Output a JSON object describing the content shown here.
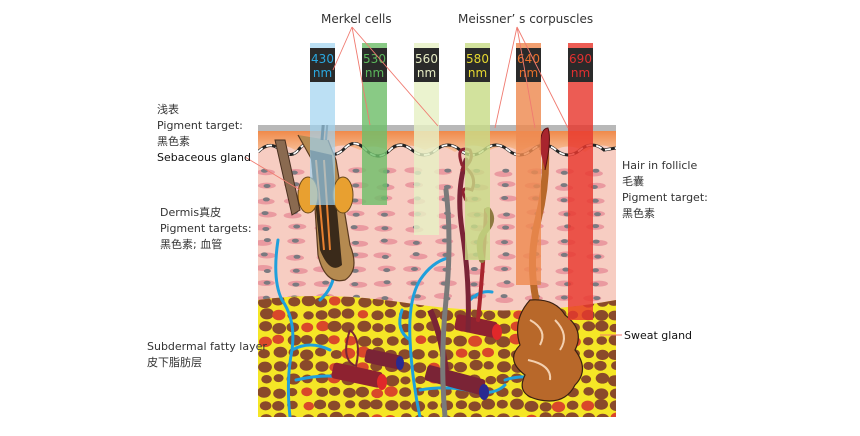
{
  "callouts": {
    "merkel": "Merkel cells",
    "meissner": "Meissner’ s corpuscles"
  },
  "wavelengths": [
    {
      "value": "430",
      "unit": "nm",
      "color": "#2aa8e0",
      "fill": "#9fd3f0",
      "depth": "epidermis-dermis"
    },
    {
      "value": "530",
      "unit": "nm",
      "color": "#5cb85c",
      "fill": "#6fbe6a",
      "depth": "upper-dermis"
    },
    {
      "value": "560",
      "unit": "nm",
      "color": "#e6ecc4",
      "fill": "#e7f0c4",
      "depth": "mid-dermis"
    },
    {
      "value": "580",
      "unit": "nm",
      "color": "#e6d830",
      "fill": "#c8dc88",
      "depth": "mid-dermis"
    },
    {
      "value": "640",
      "unit": "nm",
      "color": "#e8702a",
      "fill": "#ee8a50",
      "depth": "deep-dermis"
    },
    {
      "value": "690",
      "unit": "nm",
      "color": "#e03030",
      "fill": "#e8382e",
      "depth": "subdermal"
    }
  ],
  "left_labels": {
    "superficial": {
      "line1": "浅表",
      "line2": "Pigment target:",
      "line3": "黑色素",
      "line4": "Sebaceous gland"
    },
    "dermis": {
      "line1": "Dermis真皮",
      "line2": "Pigment targets:",
      "line3": "黑色素; 血管"
    },
    "fat": {
      "line1": "Subdermal fatty layer",
      "line2": "皮下脂肪层"
    }
  },
  "right_labels": {
    "hair": {
      "line1": "Hair in follicle",
      "line2": "毛囊",
      "line3": "Pigment target:",
      "line4": "黑色素"
    },
    "sweat": "Sweat gland"
  },
  "colors": {
    "epidermis": "#f3a46a",
    "dermis": "#f7cdc2",
    "fat_bg": "#f5e626",
    "fat_cell": "#8a4a2a",
    "vessel_red": "#8e2230",
    "nerve_blue": "#1fa0dc",
    "callout_line": "#f07a70"
  }
}
